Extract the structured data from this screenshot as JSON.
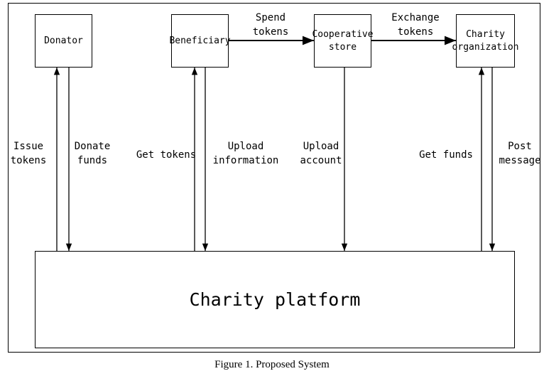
{
  "nodes": {
    "donator": "Donator",
    "beneficiary": "Beneficiary",
    "cooperative_store": "Cooperative\nstore",
    "charity_organization": "Charity\norganization",
    "charity_platform": "Charity platform"
  },
  "edges": {
    "spend_tokens": "Spend\ntokens",
    "exchange_tokens": "Exchange\ntokens",
    "issue_tokens": "Issue\ntokens",
    "donate_funds": "Donate\nfunds",
    "get_tokens": "Get tokens",
    "upload_information": "Upload\ninformation",
    "upload_account": "Upload\naccount",
    "get_funds": "Get funds",
    "post_message": "Post\nmessage"
  },
  "caption": "Figure 1. Proposed System"
}
